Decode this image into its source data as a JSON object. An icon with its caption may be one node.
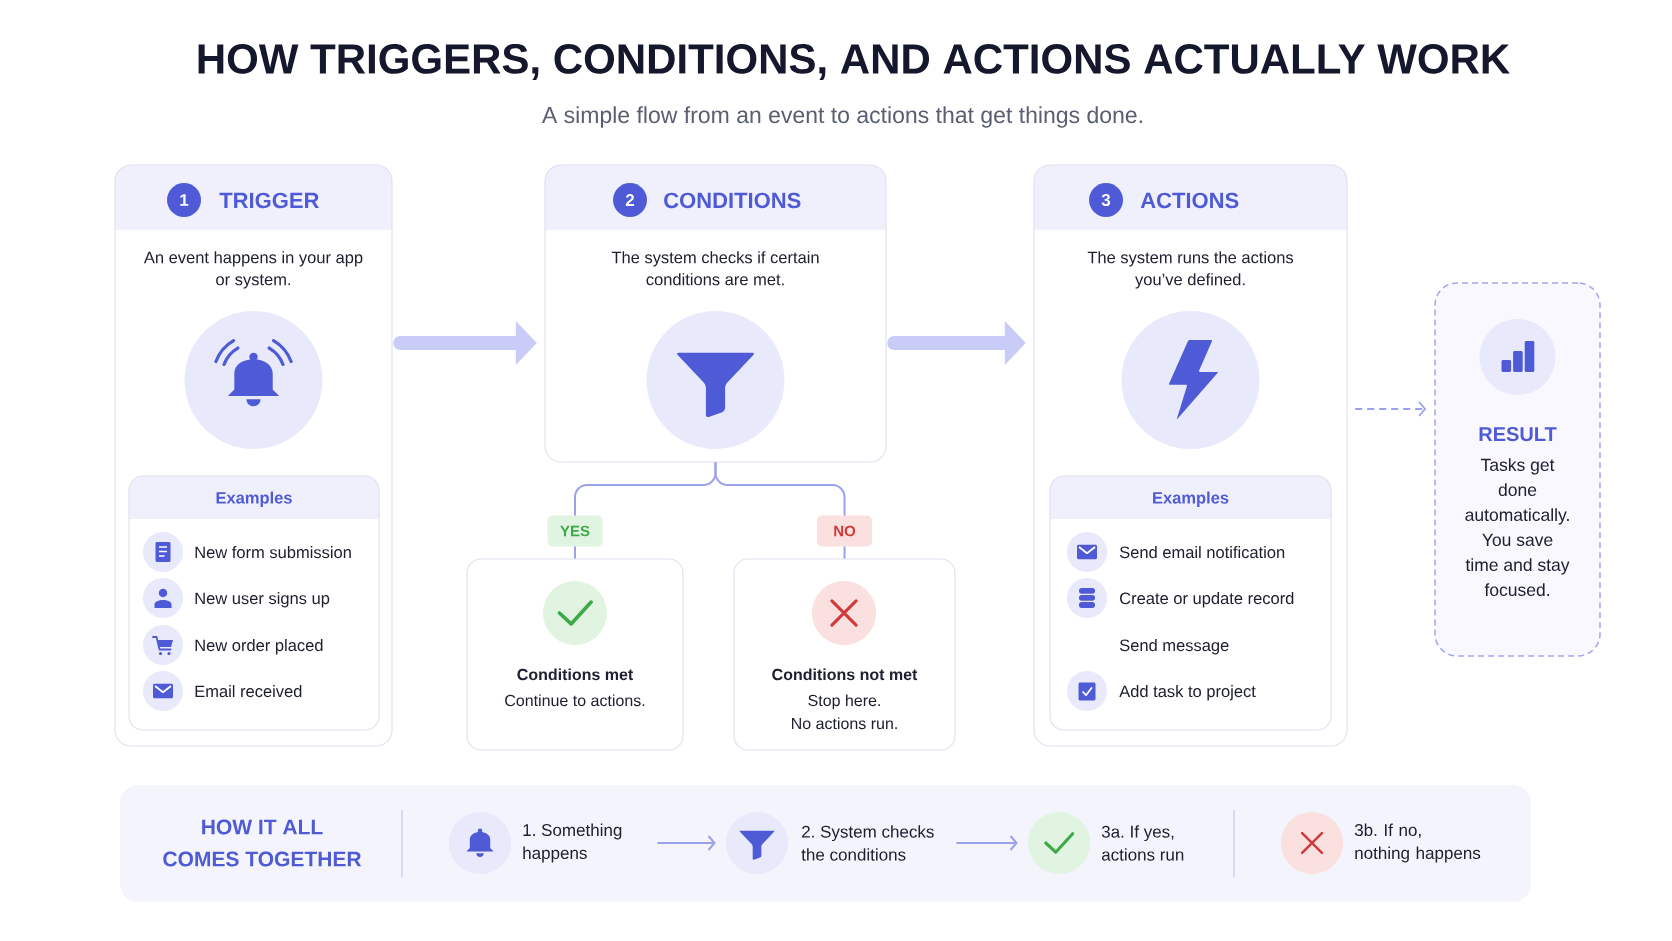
{
  "diagram": {
    "title": "HOW TRIGGERS, CONDITIONS, AND ACTIONS ACTUALLY WORK",
    "nodes": [
      {
        "text": [
          "TRIGGER",
          "An event happens in your app or system."
        ]
      },
      {
        "text": [
          "1"
        ],
        "in": 0
      },
      {
        "text": [
          "Examples",
          "New form submission",
          "New user signs up",
          "New order placed",
          "Email received"
        ],
        "in": 0
      },
      {
        "text": [
          "CONDITIONS",
          "The system checks if certain conditions are met."
        ]
      },
      {
        "text": [
          "2"
        ],
        "in": 3
      },
      {
        "text": [
          "Conditions met",
          "Continue to actions."
        ]
      },
      {
        "text": [
          "Conditions not met",
          "Stop here.",
          "No actions run."
        ]
      },
      {
        "text": [
          "ACTIONS",
          "The system runs the actions you’ve defined."
        ]
      },
      {
        "text": [
          "3"
        ],
        "in": 7
      },
      {
        "text": [
          "Examples",
          "Send email notification",
          "Create or update record",
          "Send message",
          "Add task to project"
        ],
        "in": 7
      },
      {
        "text": [
          "RESULT",
          "Tasks get done automatically. You save time and stay focused."
        ]
      },
      {
        "text": [
          "HOW IT ALL COMES TOGETHER"
        ]
      },
      {
        "text": [],
        "shape": "circle",
        "in": 11
      },
      {
        "text": [
          "1. Something happens"
        ],
        "in": 11
      },
      {
        "text": [],
        "shape": "circle",
        "in": 11
      },
      {
        "text": [
          "2. System checks the conditions"
        ],
        "in": 11
      },
      {
        "text": [],
        "shape": "circle",
        "in": 11,
        "beside": [
          "3a. If yes, actions run"
        ]
      },
      {
        "text": [],
        "shape": "circle",
        "in": 11,
        "beside": [
          "3b. If no, nothing happens"
        ]
      }
    ],
    "edges": [
      {
        "from": 0,
        "to": 3,
        "arrow": "to",
        "style": "thick",
        "color": "#c9ccf6"
      },
      {
        "from": 3,
        "to": 7,
        "arrow": "to",
        "style": "thick",
        "color": "#c9ccf6"
      },
      {
        "from": 3,
        "to": 5,
        "arrow": "none",
        "label": "YES"
      },
      {
        "from": 3,
        "to": 6,
        "arrow": "none",
        "label": "NO"
      },
      {
        "from": 7,
        "to": 10,
        "arrow": "to",
        "style": "dashed"
      },
      {
        "from": 13,
        "to": 14,
        "arrow": "to"
      },
      {
        "from": 15,
        "to": 16,
        "arrow": "to"
      }
    ],
    "labels": [
      "A simple flow from an event to actions that get things done."
    ]
  }
}
